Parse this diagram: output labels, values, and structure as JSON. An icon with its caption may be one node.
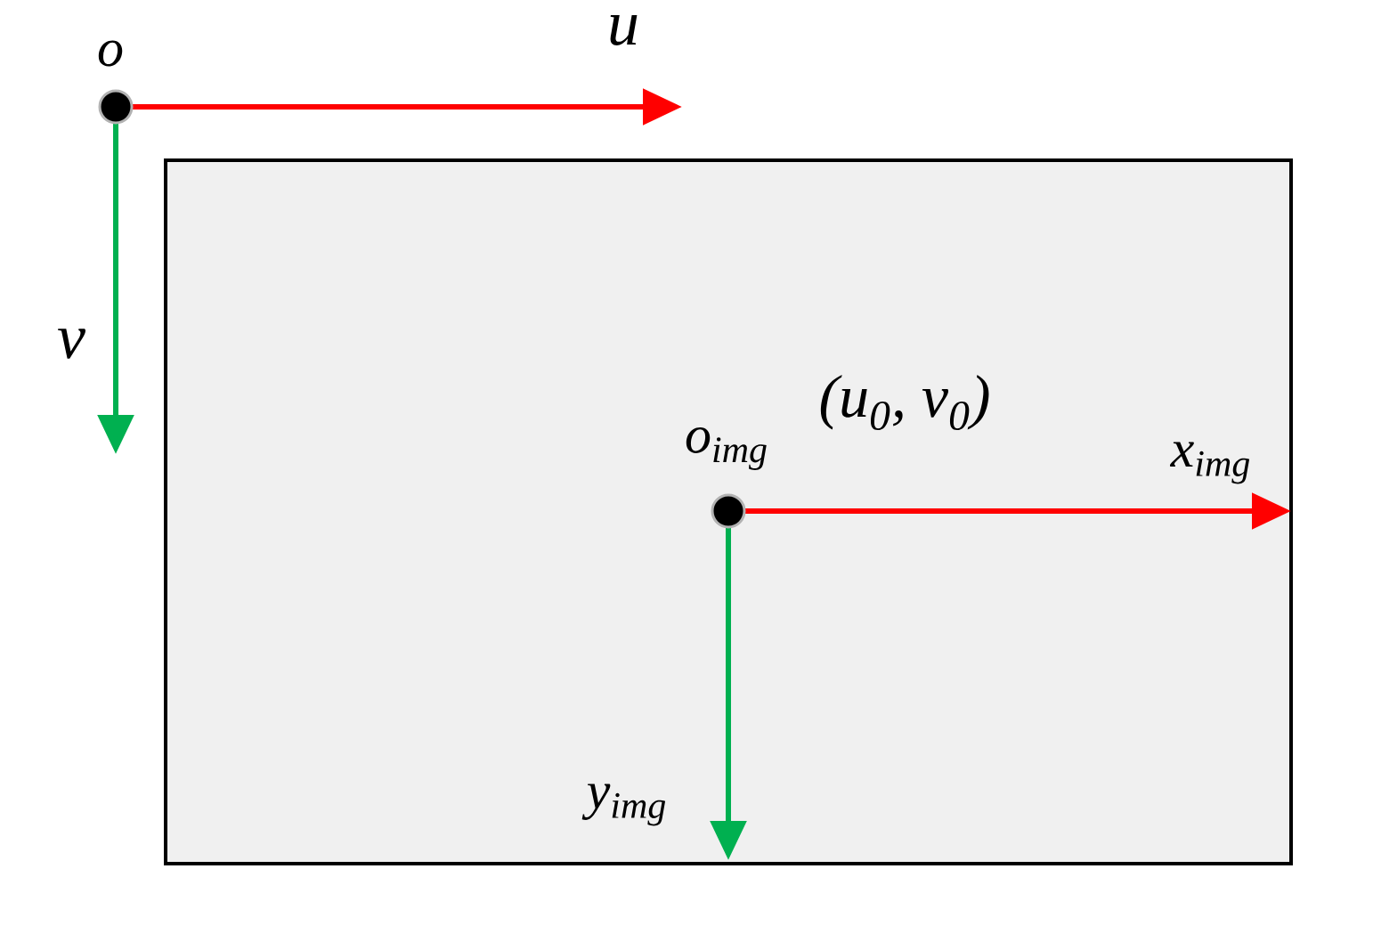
{
  "diagram": {
    "nodes": [
      {
        "text": [],
        "shape": "box"
      }
    ],
    "labels": [
      "o",
      "u",
      "v",
      "o$_{img}$",
      "(u$_{0}$, v$_{0}$)",
      "x$_{img}$",
      "y$_{img}$"
    ]
  }
}
